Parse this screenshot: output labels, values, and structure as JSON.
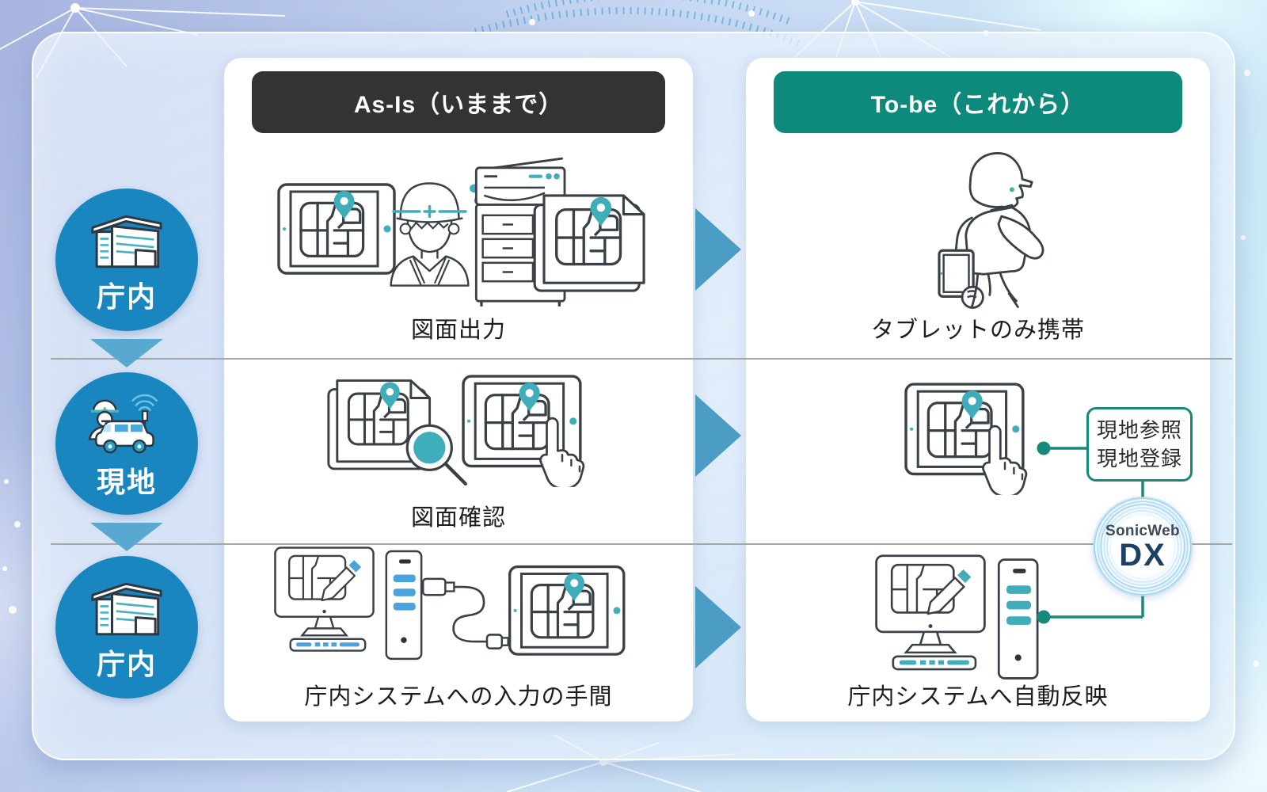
{
  "left_rail": {
    "steps": [
      {
        "label": "庁内",
        "icon": "office-building-icon"
      },
      {
        "label": "現地",
        "icon": "field-worker-van-icon"
      },
      {
        "label": "庁内",
        "icon": "office-building-icon"
      }
    ]
  },
  "asis_column": {
    "header": "As-Is（いままで）",
    "rows": [
      {
        "caption": "図面出力",
        "icons": [
          "tablet-map-icon",
          "construction-worker-icon",
          "copier-icon",
          "printed-drawing-icon"
        ]
      },
      {
        "caption": "図面確認",
        "icons": [
          "printed-drawing-icon",
          "magnifier-icon",
          "tablet-touch-icon"
        ]
      },
      {
        "caption": "庁内システムへの入力の手間",
        "icons": [
          "desktop-pc-icon",
          "usb-cable-icon",
          "tablet-map-icon"
        ]
      }
    ]
  },
  "tobe_column": {
    "header": "To-be（これから）",
    "rows": [
      {
        "caption": "タブレットのみ携帯",
        "icons": [
          "walking-worker-tablet-icon"
        ]
      },
      {
        "caption": "",
        "icons": [
          "tablet-touch-icon"
        ]
      },
      {
        "caption": "庁内システムへ自動反映",
        "icons": [
          "desktop-pc-icon"
        ]
      }
    ],
    "callout": {
      "line1": "現地参照",
      "line2": "現地登録"
    },
    "logo": {
      "brand": "SonicWeb",
      "product": "DX"
    }
  },
  "colors": {
    "asis_header_bg": "#333333",
    "tobe_header_bg": "#0d8a7c",
    "rail_circle_blue": "#1a86c0",
    "flow_arrow_blue": "#4b9dc6",
    "icon_teal_accent": "#3fadba",
    "icon_blue_accent": "#4aa3dc",
    "connector_teal": "#17897b",
    "divider_gray": "#a6a6a6"
  }
}
